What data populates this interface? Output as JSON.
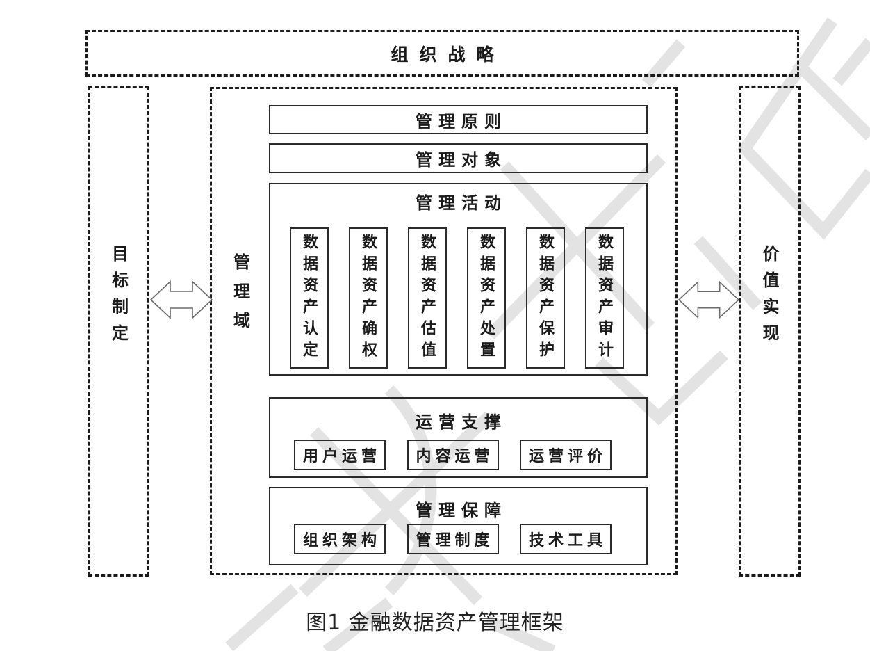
{
  "figure": {
    "caption": "图1 金融数据资产管理框架"
  },
  "strategy_box": {
    "label": "组织战略"
  },
  "left_column": {
    "label": "目标制定"
  },
  "management_domain": {
    "label": "管理域",
    "principles": {
      "label": "管理原则"
    },
    "objects": {
      "label": "管理对象"
    },
    "activities": {
      "title": "管理活动",
      "items": [
        "数据资产认定",
        "数据资产确权",
        "数据资产估值",
        "数据资产处置",
        "数据资产保护",
        "数据资产审计"
      ]
    },
    "operations": {
      "title": "运营支撑",
      "items": [
        "用户运营",
        "内容运营",
        "运营评价"
      ]
    },
    "safeguards": {
      "title": "管理保障",
      "items": [
        "组织架构",
        "管理制度",
        "技术工具"
      ]
    }
  },
  "right_column": {
    "label": "价值实现"
  },
  "icons": {
    "left_arrow": "double-headed-horizontal-arrow",
    "right_arrow": "double-headed-horizontal-arrow"
  },
  "colors": {
    "background": "#ffffff",
    "line": "#1b1b1b",
    "arrow_outline": "#6b6b6b",
    "watermark": "#e3e3e3"
  }
}
